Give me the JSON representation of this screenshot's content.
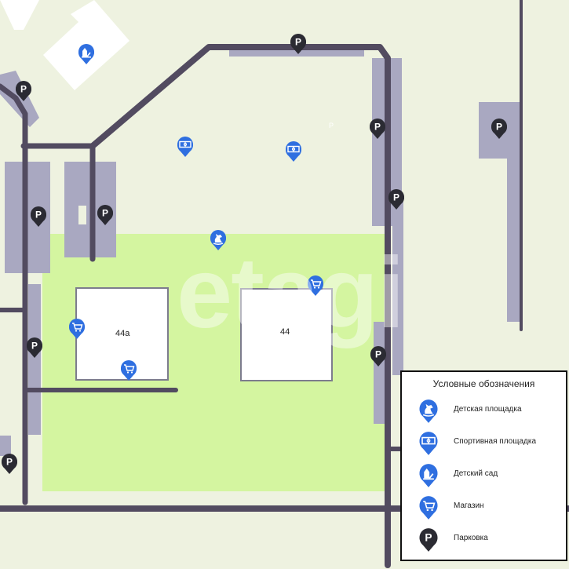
{
  "map": {
    "watermark": "etagi",
    "stray_label": "P",
    "buildings": [
      {
        "label": "44а"
      },
      {
        "label": "44"
      }
    ],
    "parking_marker_label": "P",
    "colors": {
      "background": "#eef2e0",
      "yard": "#d4f5a0",
      "road": "#524b60",
      "parking_strip": "#a9a8c1",
      "building": "#ffffff",
      "blue_pin": "#2f6fe0",
      "dark_pin": "#2b2b33"
    }
  },
  "legend": {
    "title": "Условные обозначения",
    "items": [
      {
        "icon": "playground-icon",
        "label": "Детская площадка"
      },
      {
        "icon": "sports-ground-icon",
        "label": "Спортивная площадка"
      },
      {
        "icon": "kindergarten-icon",
        "label": "Детский сад"
      },
      {
        "icon": "shop-icon",
        "label": "Магазин"
      },
      {
        "icon": "parking-icon",
        "label": "Парковка"
      }
    ]
  }
}
